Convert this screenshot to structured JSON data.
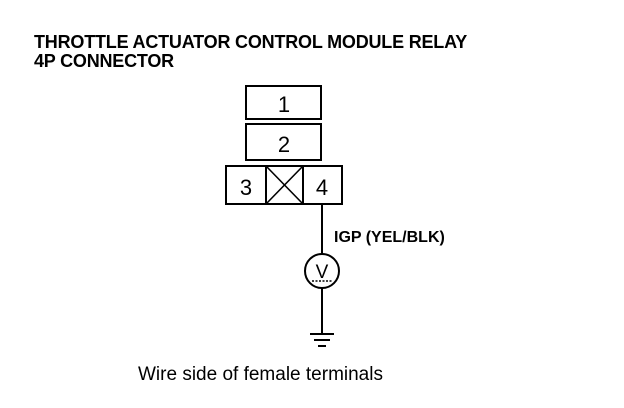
{
  "title": {
    "line1": "THROTTLE ACTUATOR CONTROL MODULE RELAY",
    "line2": "4P CONNECTOR"
  },
  "connector": {
    "terminals": [
      {
        "label": "1",
        "empty": false
      },
      {
        "label": "2",
        "empty": false
      },
      {
        "label": "3",
        "empty": false
      },
      {
        "label": "",
        "empty": true
      },
      {
        "label": "4",
        "empty": false
      }
    ]
  },
  "wire": {
    "label": "IGP (YEL/BLK)"
  },
  "meter": {
    "symbol": "V",
    "icon": "voltmeter-icon"
  },
  "ground": {
    "icon": "ground-icon"
  },
  "caption": "Wire side of female terminals"
}
